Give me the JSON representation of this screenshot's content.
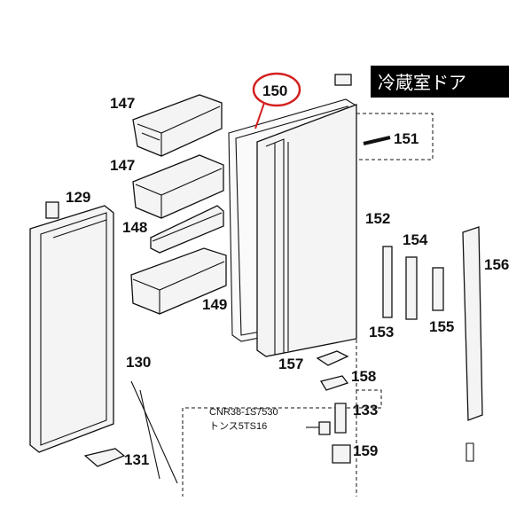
{
  "title": "冷蔵室ドア",
  "labels": {
    "p147a": "147",
    "p147b": "147",
    "p148": "148",
    "p149": "149",
    "p150": "150",
    "p151": "151",
    "p152": "152",
    "p153": "153",
    "p154": "154",
    "p155": "155",
    "p156": "156",
    "p157": "157",
    "p158": "158",
    "p133": "133",
    "p159": "159",
    "p129": "129",
    "p130": "130",
    "p131": "131"
  },
  "notes": {
    "cnr": "CNR38-1S7530",
    "tonsu": "トンス5TS16"
  },
  "colors": {
    "title_bg": "#000000",
    "highlight": "#d42020"
  }
}
